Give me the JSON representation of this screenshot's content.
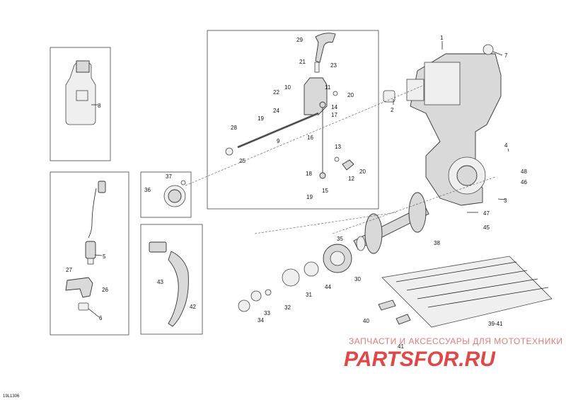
{
  "diagram": {
    "callouts": [
      "1",
      "2",
      "3",
      "4",
      "5",
      "6",
      "7",
      "8",
      "9",
      "10",
      "11",
      "12",
      "13",
      "14",
      "15",
      "16",
      "17",
      "18",
      "19",
      "19",
      "20",
      "20",
      "21",
      "22",
      "23",
      "24",
      "25",
      "26",
      "27",
      "28",
      "29",
      "30",
      "31",
      "32",
      "33",
      "34",
      "35",
      "36",
      "37",
      "38",
      "39-41",
      "40",
      "41",
      "42",
      "43",
      "44",
      "45",
      "46",
      "47",
      "48"
    ],
    "drawing_code": "19L1306"
  },
  "watermark": {
    "line1": "ЗАПЧАСТИ И АКСЕССУАРЫ ДЛЯ МОТОТЕХНИКИ",
    "line2": "PARTSFOR.RU"
  },
  "colors": {
    "watermark": "#e04848",
    "lines": "#222222",
    "parts": "#d9d9d9"
  }
}
